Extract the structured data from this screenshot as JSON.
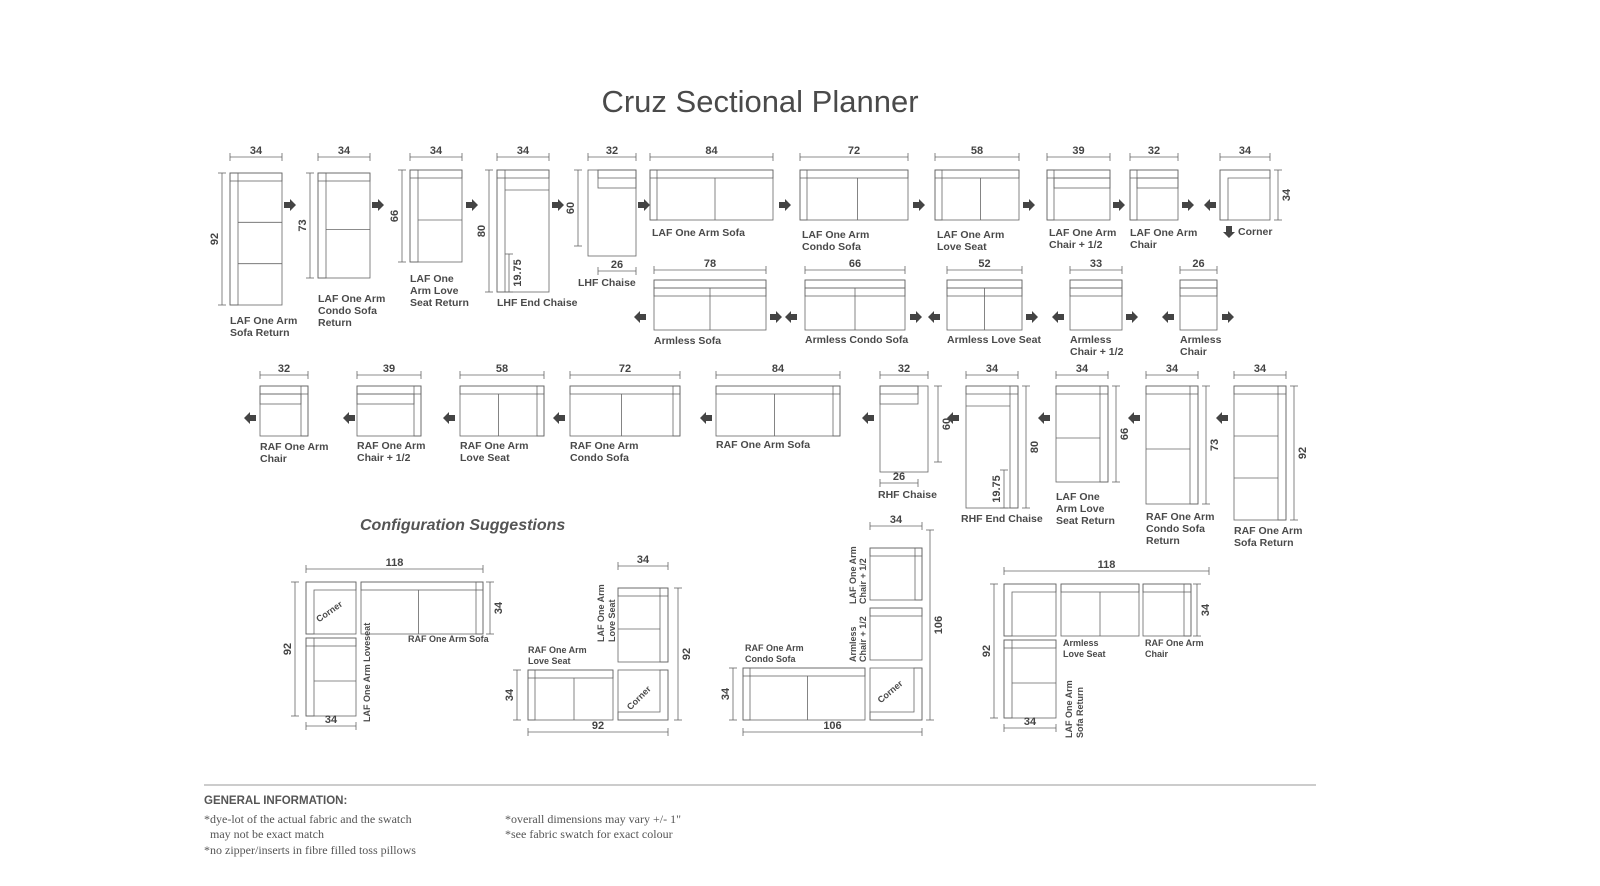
{
  "title": "Cruz Sectional Planner",
  "configuration_title": "Configuration Suggestions",
  "info": {
    "heading": "GENERAL INFORMATION:",
    "left": [
      "*dye-lot of the actual fabric and the swatch",
      "  may not be exact match",
      "*no zipper/inserts in fibre filled toss pillows"
    ],
    "right": [
      "*overall dimensions may vary +/- 1\"",
      "*see fabric swatch for exact colour"
    ]
  },
  "pieces": [
    {
      "id": "laf-sofa-return",
      "label": [
        "LAF One Arm",
        "Sofa Return"
      ],
      "width": "34",
      "depth": "92"
    },
    {
      "id": "laf-condo-return",
      "label": [
        "LAF One Arm",
        "Condo Sofa",
        "Return"
      ],
      "width": "34",
      "depth": "73"
    },
    {
      "id": "laf-love-return",
      "label": [
        "LAF One",
        "Arm Love",
        "Seat Return"
      ],
      "width": "34",
      "depth": "66"
    },
    {
      "id": "lhf-end-chaise",
      "label": [
        "LHF End Chaise"
      ],
      "width": "34",
      "depth": "80",
      "inner": "19.75"
    },
    {
      "id": "lhf-chaise",
      "label": [
        "LHF Chaise"
      ],
      "width": "32",
      "depth": "60",
      "inner": "26"
    },
    {
      "id": "laf-sofa",
      "label": [
        "LAF One Arm Sofa"
      ],
      "width": "84"
    },
    {
      "id": "laf-condo",
      "label": [
        "LAF One Arm",
        "Condo Sofa"
      ],
      "width": "72"
    },
    {
      "id": "laf-love",
      "label": [
        "LAF One Arm",
        "Love Seat"
      ],
      "width": "58"
    },
    {
      "id": "laf-chair-half",
      "label": [
        "LAF One Arm",
        "Chair + 1/2"
      ],
      "width": "39"
    },
    {
      "id": "laf-chair",
      "label": [
        "LAF One Arm",
        "Chair"
      ],
      "width": "32"
    },
    {
      "id": "corner",
      "label": [
        "Corner"
      ],
      "width": "34",
      "depth": "34"
    },
    {
      "id": "armless-sofa",
      "label": [
        "Armless Sofa"
      ],
      "width": "78"
    },
    {
      "id": "armless-condo",
      "label": [
        "Armless Condo Sofa"
      ],
      "width": "66"
    },
    {
      "id": "armless-love",
      "label": [
        "Armless Love Seat"
      ],
      "width": "52"
    },
    {
      "id": "armless-chair-half",
      "label": [
        "Armless",
        "Chair + 1/2"
      ],
      "width": "33"
    },
    {
      "id": "armless-chair",
      "label": [
        "Armless",
        "Chair"
      ],
      "width": "26"
    },
    {
      "id": "raf-chair",
      "label": [
        "RAF One Arm",
        "Chair"
      ],
      "width": "32"
    },
    {
      "id": "raf-chair-half",
      "label": [
        "RAF One Arm",
        "Chair + 1/2"
      ],
      "width": "39"
    },
    {
      "id": "raf-love",
      "label": [
        "RAF One Arm",
        "Love Seat"
      ],
      "width": "58"
    },
    {
      "id": "raf-condo",
      "label": [
        "RAF One Arm",
        "Condo Sofa"
      ],
      "width": "72"
    },
    {
      "id": "raf-sofa",
      "label": [
        "RAF One Arm Sofa"
      ],
      "width": "84"
    },
    {
      "id": "rhf-chaise",
      "label": [
        "RHF Chaise"
      ],
      "width": "32",
      "depth": "60",
      "inner": "26"
    },
    {
      "id": "rhf-end-chaise",
      "label": [
        "RHF End Chaise"
      ],
      "width": "34",
      "depth": "80",
      "inner": "19.75"
    },
    {
      "id": "raf-love-return",
      "label": [
        "LAF One",
        "Arm Love",
        "Seat Return"
      ],
      "width": "34",
      "depth": "66"
    },
    {
      "id": "raf-condo-return",
      "label": [
        "RAF One Arm",
        "Condo Sofa",
        "Return"
      ],
      "width": "34",
      "depth": "73"
    },
    {
      "id": "raf-sofa-return",
      "label": [
        "RAF One Arm",
        "Sofa Return"
      ],
      "width": "34",
      "depth": "92"
    }
  ],
  "configs": [
    {
      "id": "config-1",
      "overall_width": "118",
      "overall_depth": "92",
      "bottom": "34",
      "side": "34",
      "labels": {
        "corner": "Corner",
        "sofa": "RAF One Arm Sofa",
        "loveseat": "LAF One Arm Loveseat"
      }
    },
    {
      "id": "config-2",
      "overall_width": "92",
      "overall_depth": "92",
      "top": "34",
      "side": "34",
      "labels": {
        "love": "RAF One Arm Love Seat",
        "laf_love": "LAF One Arm Love Seat",
        "corner": "Corner"
      }
    },
    {
      "id": "config-3",
      "overall_width": "106",
      "overall_depth": "106",
      "top": "34",
      "side": "34",
      "labels": {
        "condo": "RAF One Arm Condo Sofa",
        "chair_top": "LAF One Arm Chair + 1/2",
        "chair_mid": "Armless Chair + 1/2",
        "corner": "Corner"
      }
    },
    {
      "id": "config-4",
      "overall_width": "118",
      "overall_depth": "92",
      "bottom": "34",
      "side": "34",
      "labels": {
        "armless": "Armless Love Seat",
        "raf_chair": "RAF One Arm Chair",
        "laf_return": "LAF One Arm Sofa Return"
      }
    }
  ]
}
